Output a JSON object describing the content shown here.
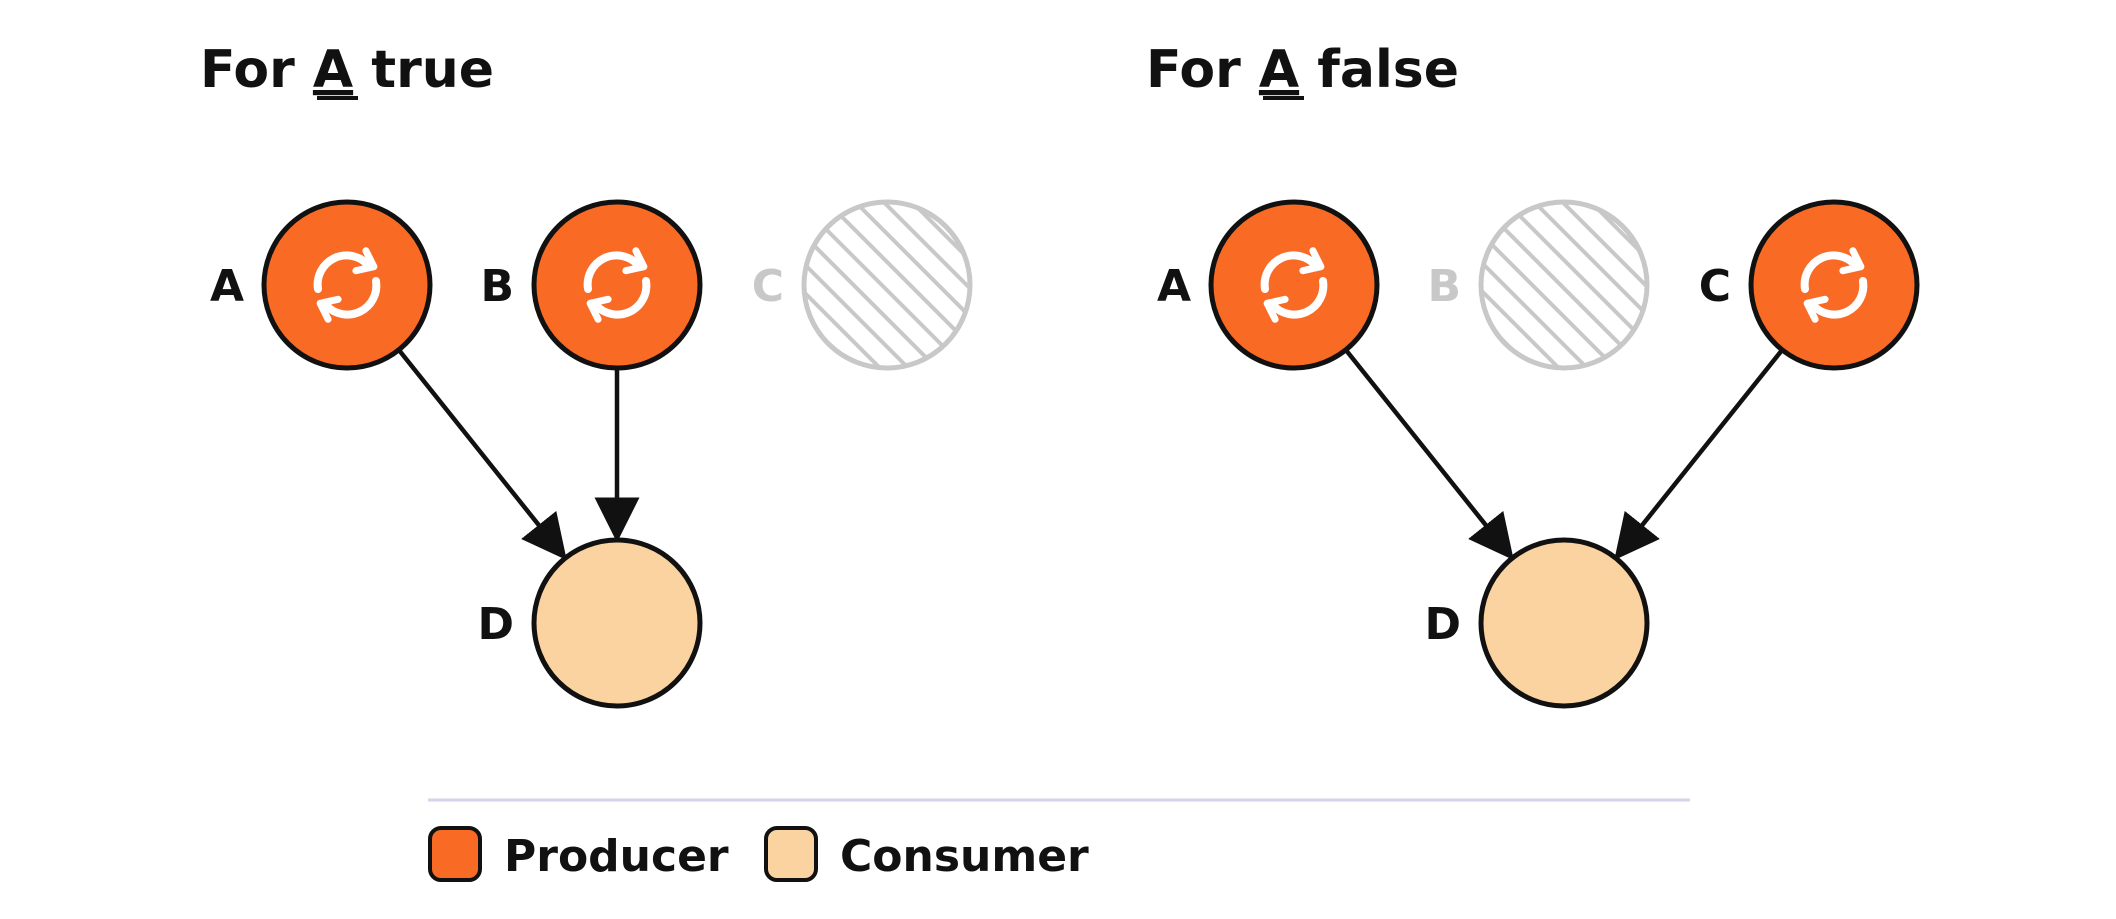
{
  "colors": {
    "producer": "#F96A25",
    "consumer": "#FBD3A1",
    "inactive": "#C8C8C8",
    "stroke": "#111111",
    "divider": "#D6D3EA"
  },
  "panels": [
    {
      "title": {
        "prefix": "For ",
        "var": "A",
        "suffix": " true"
      },
      "nodes": [
        {
          "label": "A",
          "state": "producer",
          "icon": "refresh-icon"
        },
        {
          "label": "B",
          "state": "producer",
          "icon": "refresh-icon"
        },
        {
          "label": "C",
          "state": "inactive"
        },
        {
          "label": "D",
          "state": "consumer"
        }
      ],
      "edges": [
        {
          "from": "A",
          "to": "D"
        },
        {
          "from": "B",
          "to": "D"
        }
      ]
    },
    {
      "title": {
        "prefix": "For ",
        "var": "A",
        "suffix": " false"
      },
      "nodes": [
        {
          "label": "A",
          "state": "producer",
          "icon": "refresh-icon"
        },
        {
          "label": "B",
          "state": "inactive"
        },
        {
          "label": "C",
          "state": "producer",
          "icon": "refresh-icon"
        },
        {
          "label": "D",
          "state": "consumer"
        }
      ],
      "edges": [
        {
          "from": "A",
          "to": "D"
        },
        {
          "from": "C",
          "to": "D"
        }
      ]
    }
  ],
  "legend": [
    {
      "label": "Producer",
      "state": "producer"
    },
    {
      "label": "Consumer",
      "state": "consumer"
    }
  ]
}
